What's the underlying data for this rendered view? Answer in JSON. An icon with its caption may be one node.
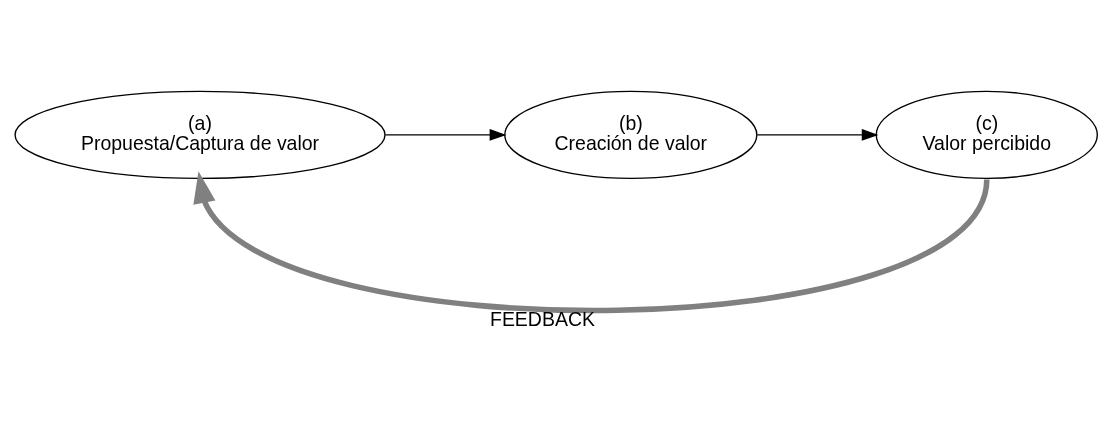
{
  "diagram": {
    "nodes": [
      {
        "text": [
          "(a)",
          "Propuesta/Captura de valor"
        ]
      },
      {
        "text": [
          "(b)",
          "Creación de valor"
        ]
      },
      {
        "text": [
          "(c)",
          "Valor percibido"
        ]
      }
    ],
    "edges": [
      {
        "from": 0,
        "to": 1,
        "arrow": "to"
      },
      {
        "from": 1,
        "to": 2,
        "arrow": "to"
      },
      {
        "from": 2,
        "to": 0,
        "arrow": "to",
        "label": "FEEDBACK",
        "style": "thick",
        "color": "#808080"
      }
    ]
  }
}
